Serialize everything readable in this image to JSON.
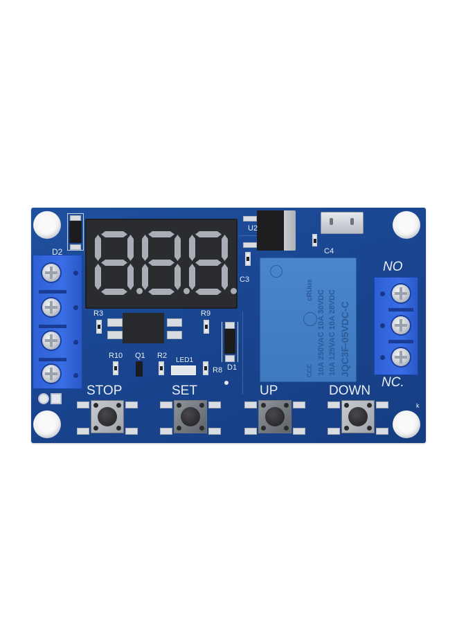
{
  "photo": {
    "subject": "Relay timer delay module PCB",
    "background_color": "#ffffff",
    "board_color": "#1a4690"
  },
  "display": {
    "digits": [
      "8.",
      "8.",
      "8."
    ],
    "segment_color": "#a9aeb6",
    "body_color": "#2a2c30"
  },
  "silkscreen": {
    "d2": "D2",
    "u2": "U2",
    "c3": "C3",
    "c4": "C4",
    "r3": "R3",
    "r9": "R9",
    "r10": "R10",
    "q1": "Q1",
    "r2": "R2",
    "led1": "LED1",
    "r8": "R8",
    "d1": "D1",
    "no": "NO",
    "nc": "NC.",
    "k": "k"
  },
  "buttons": [
    {
      "label": "STOP"
    },
    {
      "label": "SET"
    },
    {
      "label": "UP"
    },
    {
      "label": "DOWN"
    }
  ],
  "relay": {
    "line1": "10A 250VAC 10A 30VDC",
    "line2": "10A 125VAC 10A 28VDC",
    "model": "JQC3F-05VDC-C",
    "marks": [
      "cRUus",
      "CCC"
    ],
    "color": "#3f79bf"
  },
  "terminals": {
    "input_screws": 4,
    "output_screws": 3,
    "color": "#3a6ee6"
  }
}
